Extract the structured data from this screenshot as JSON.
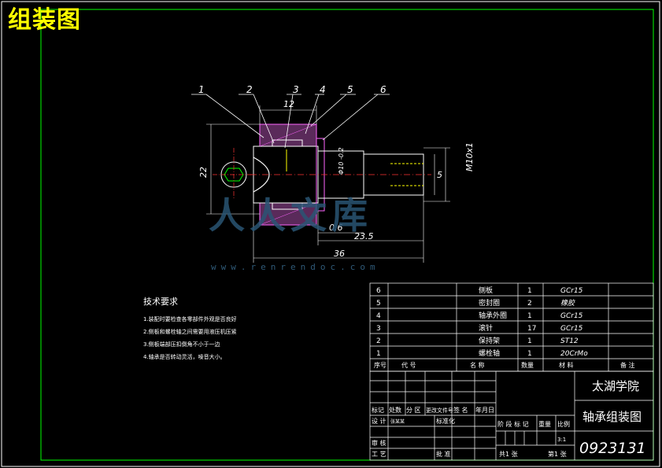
{
  "overlay_title": "组装图",
  "watermark": {
    "big": "人人文库",
    "url": "www.renrendoc.com"
  },
  "callouts": [
    "1",
    "2",
    "3",
    "4",
    "5",
    "6"
  ],
  "dimensions": {
    "d12": "12",
    "d22": "22",
    "d5": "5",
    "thread": "M10x1",
    "d06": "0.6",
    "d235": "23.5",
    "d36": "36",
    "bore": "Φ10 -0.2"
  },
  "tech_requirements": {
    "heading": "技术要求",
    "items": [
      "1.装配时要检查各零部件外观是否良好",
      "2.侧板和螺栓轴之间需要用液压机压紧",
      "3.侧板端部压扣倒角不小于一边",
      "4.轴承是否转动灵活，噪音大小。"
    ]
  },
  "parts": [
    {
      "no": "6",
      "name": "侧板",
      "qty": "1",
      "material": "GCr15"
    },
    {
      "no": "5",
      "name": "密封圈",
      "qty": "2",
      "material": "橡胶"
    },
    {
      "no": "4",
      "name": "轴承外圈",
      "qty": "1",
      "material": "GCr15"
    },
    {
      "no": "3",
      "name": "滚针",
      "qty": "17",
      "material": "GCr15"
    },
    {
      "no": "2",
      "name": "保持架",
      "qty": "1",
      "material": "ST12"
    },
    {
      "no": "1",
      "name": "螺栓轴",
      "qty": "1",
      "material": "20CrMo"
    }
  ],
  "parts_header": {
    "no": "序号",
    "code": "代  号",
    "name": "名    称",
    "qty": "数量",
    "material": "材    料",
    "remark": "备  注"
  },
  "title_block": {
    "school": "太湖学院",
    "drawing_title": "轴承组装图",
    "drawing_no": "0923131",
    "scale": "3:1",
    "row_labels": [
      "标记",
      "处数",
      "分 区",
      "更改文件号",
      "签 名",
      "年月日"
    ],
    "design": "设 计",
    "standard": "标准化",
    "review": "审 核",
    "process": "工 艺",
    "approve": "批 准",
    "stage_hdr": [
      "阶 段 标 记",
      "重量",
      "比例"
    ],
    "sheets": "共1 张",
    "sheet_no": "第1 张",
    "designer_sig": "张某某"
  }
}
